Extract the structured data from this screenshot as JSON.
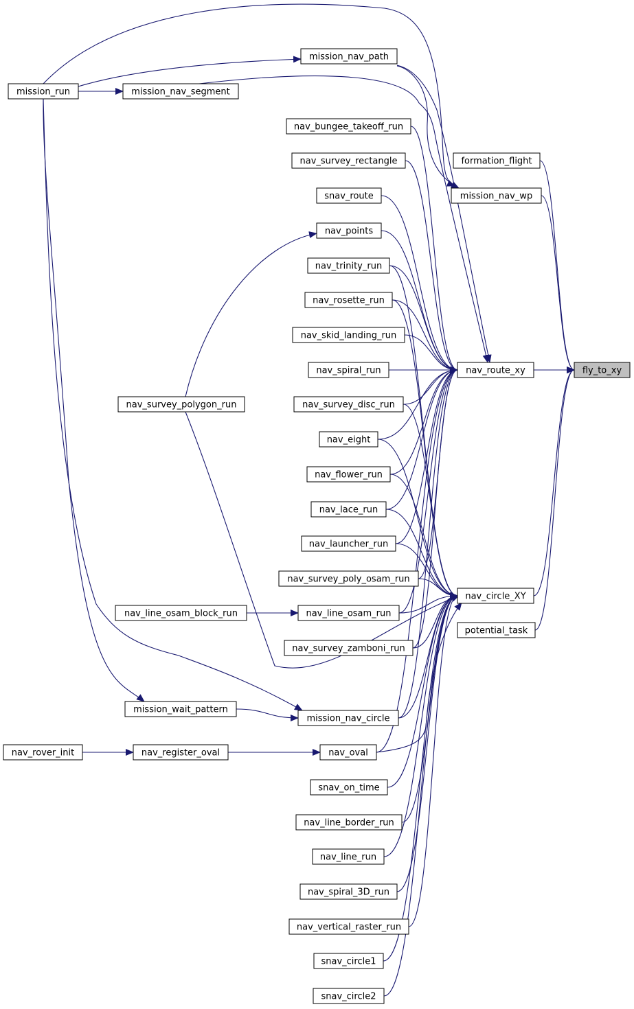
{
  "graph": {
    "title": "",
    "edge_color": "#191970",
    "highlight_color": "#bfbfbf",
    "nodes": [
      {
        "id": "fly_to_xy",
        "label": "fly_to_xy",
        "highlight": true
      },
      {
        "id": "formation_flight",
        "label": "formation_flight"
      },
      {
        "id": "mission_nav_wp",
        "label": "mission_nav_wp"
      },
      {
        "id": "nav_route_xy",
        "label": "nav_route_xy"
      },
      {
        "id": "nav_circle_XY",
        "label": "nav_circle_XY"
      },
      {
        "id": "potential_task",
        "label": "potential_task"
      },
      {
        "id": "mission_run",
        "label": "mission_run"
      },
      {
        "id": "mission_nav_path",
        "label": "mission_nav_path"
      },
      {
        "id": "mission_nav_segment",
        "label": "mission_nav_segment"
      },
      {
        "id": "nav_bungee_takeoff_run",
        "label": "nav_bungee_takeoff_run"
      },
      {
        "id": "nav_survey_rectangle",
        "label": "nav_survey_rectangle"
      },
      {
        "id": "snav_route",
        "label": "snav_route"
      },
      {
        "id": "nav_points",
        "label": "nav_points"
      },
      {
        "id": "nav_trinity_run",
        "label": "nav_trinity_run"
      },
      {
        "id": "nav_rosette_run",
        "label": "nav_rosette_run"
      },
      {
        "id": "nav_skid_landing_run",
        "label": "nav_skid_landing_run"
      },
      {
        "id": "nav_spiral_run",
        "label": "nav_spiral_run"
      },
      {
        "id": "nav_survey_polygon_run",
        "label": "nav_survey_polygon_run"
      },
      {
        "id": "nav_survey_disc_run",
        "label": "nav_survey_disc_run"
      },
      {
        "id": "nav_eight",
        "label": "nav_eight"
      },
      {
        "id": "nav_flower_run",
        "label": "nav_flower_run"
      },
      {
        "id": "nav_lace_run",
        "label": "nav_lace_run"
      },
      {
        "id": "nav_launcher_run",
        "label": "nav_launcher_run"
      },
      {
        "id": "nav_survey_poly_osam_run",
        "label": "nav_survey_poly_osam_run"
      },
      {
        "id": "nav_line_osam_block_run",
        "label": "nav_line_osam_block_run"
      },
      {
        "id": "nav_line_osam_run",
        "label": "nav_line_osam_run"
      },
      {
        "id": "nav_survey_zamboni_run",
        "label": "nav_survey_zamboni_run"
      },
      {
        "id": "mission_wait_pattern",
        "label": "mission_wait_pattern"
      },
      {
        "id": "mission_nav_circle",
        "label": "mission_nav_circle"
      },
      {
        "id": "nav_rover_init",
        "label": "nav_rover_init"
      },
      {
        "id": "nav_register_oval",
        "label": "nav_register_oval"
      },
      {
        "id": "nav_oval",
        "label": "nav_oval"
      },
      {
        "id": "snav_on_time",
        "label": "snav_on_time"
      },
      {
        "id": "nav_line_border_run",
        "label": "nav_line_border_run"
      },
      {
        "id": "nav_line_run",
        "label": "nav_line_run"
      },
      {
        "id": "nav_spiral_3D_run",
        "label": "nav_spiral_3D_run"
      },
      {
        "id": "nav_vertical_raster_run",
        "label": "nav_vertical_raster_run"
      },
      {
        "id": "snav_circle1",
        "label": "snav_circle1"
      },
      {
        "id": "snav_circle2",
        "label": "snav_circle2"
      }
    ],
    "edges": [
      [
        "fly_to_xy",
        "formation_flight"
      ],
      [
        "fly_to_xy",
        "mission_nav_wp"
      ],
      [
        "fly_to_xy",
        "nav_route_xy"
      ],
      [
        "fly_to_xy",
        "nav_circle_XY"
      ],
      [
        "fly_to_xy",
        "potential_task"
      ],
      [
        "mission_nav_wp",
        "mission_run"
      ],
      [
        "mission_nav_wp",
        "mission_nav_path"
      ],
      [
        "mission_nav_path",
        "mission_run"
      ],
      [
        "mission_nav_segment",
        "mission_run"
      ],
      [
        "nav_route_xy",
        "mission_nav_path"
      ],
      [
        "nav_route_xy",
        "mission_nav_segment"
      ],
      [
        "nav_route_xy",
        "nav_bungee_takeoff_run"
      ],
      [
        "nav_route_xy",
        "nav_survey_rectangle"
      ],
      [
        "nav_route_xy",
        "snav_route"
      ],
      [
        "nav_route_xy",
        "nav_points"
      ],
      [
        "nav_route_xy",
        "nav_trinity_run"
      ],
      [
        "nav_route_xy",
        "nav_rosette_run"
      ],
      [
        "nav_route_xy",
        "nav_skid_landing_run"
      ],
      [
        "nav_route_xy",
        "nav_spiral_run"
      ],
      [
        "nav_route_xy",
        "nav_survey_disc_run"
      ],
      [
        "nav_route_xy",
        "nav_eight"
      ],
      [
        "nav_route_xy",
        "nav_flower_run"
      ],
      [
        "nav_route_xy",
        "nav_lace_run"
      ],
      [
        "nav_route_xy",
        "nav_launcher_run"
      ],
      [
        "nav_route_xy",
        "nav_survey_poly_osam_run"
      ],
      [
        "nav_route_xy",
        "nav_line_osam_run"
      ],
      [
        "nav_route_xy",
        "nav_survey_zamboni_run"
      ],
      [
        "nav_route_xy",
        "mission_nav_circle"
      ],
      [
        "nav_route_xy",
        "nav_oval"
      ],
      [
        "nav_points",
        "nav_survey_polygon_run"
      ],
      [
        "nav_line_osam_run",
        "nav_line_osam_block_run"
      ],
      [
        "mission_nav_circle",
        "mission_run"
      ],
      [
        "mission_nav_circle",
        "mission_wait_pattern"
      ],
      [
        "mission_wait_pattern",
        "mission_run"
      ],
      [
        "nav_register_oval",
        "nav_rover_init"
      ],
      [
        "nav_oval",
        "nav_register_oval"
      ],
      [
        "nav_circle_XY",
        "nav_trinity_run"
      ],
      [
        "nav_circle_XY",
        "nav_rosette_run"
      ],
      [
        "nav_circle_XY",
        "nav_survey_disc_run"
      ],
      [
        "nav_circle_XY",
        "nav_eight"
      ],
      [
        "nav_circle_XY",
        "nav_flower_run"
      ],
      [
        "nav_circle_XY",
        "nav_lace_run"
      ],
      [
        "nav_circle_XY",
        "nav_launcher_run"
      ],
      [
        "nav_circle_XY",
        "nav_survey_poly_osam_run"
      ],
      [
        "nav_circle_XY",
        "nav_line_osam_run"
      ],
      [
        "nav_circle_XY",
        "nav_survey_zamboni_run"
      ],
      [
        "nav_circle_XY",
        "nav_survey_polygon_run"
      ],
      [
        "nav_circle_XY",
        "mission_nav_circle"
      ],
      [
        "nav_circle_XY",
        "nav_oval"
      ],
      [
        "nav_circle_XY",
        "snav_on_time"
      ],
      [
        "nav_circle_XY",
        "nav_line_border_run"
      ],
      [
        "nav_circle_XY",
        "nav_line_run"
      ],
      [
        "nav_circle_XY",
        "nav_spiral_3D_run"
      ],
      [
        "nav_circle_XY",
        "nav_vertical_raster_run"
      ],
      [
        "nav_circle_XY",
        "snav_circle1"
      ],
      [
        "nav_circle_XY",
        "snav_circle2"
      ]
    ]
  }
}
